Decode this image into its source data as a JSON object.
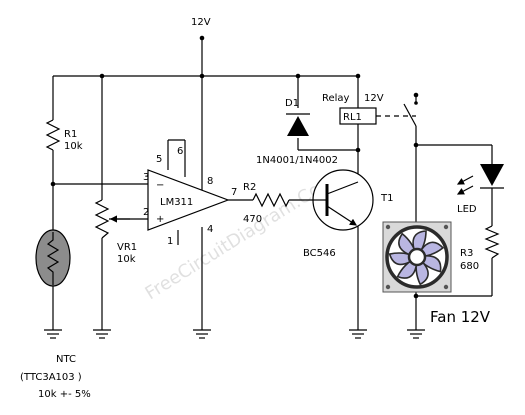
{
  "supply": "12V",
  "watermark": "FreeCircuitDiagram.Com",
  "r1": {
    "name": "R1",
    "value": "10k"
  },
  "ntc": {
    "name": "NTC",
    "part": "(TTC3A103 )",
    "tolerance": "10k +- 5%"
  },
  "vr1": {
    "name": "VR1",
    "value": "10k"
  },
  "ic": {
    "name": "LM311",
    "pins": {
      "p1": "1",
      "p2": "2",
      "p3": "3",
      "p4": "4",
      "p5": "5",
      "p6": "6",
      "p7": "7",
      "p8": "8"
    },
    "minus": "−",
    "plus": "+"
  },
  "r2": {
    "name": "R2",
    "value": "470"
  },
  "d1": {
    "name": "D1",
    "part": "1N4001/1N4002"
  },
  "relay": {
    "label": "Relay",
    "voltage": "12V",
    "name": "RL1"
  },
  "t1": {
    "name": "T1",
    "part": "BC546"
  },
  "led": {
    "name": "LED"
  },
  "r3": {
    "name": "R3",
    "value": "680"
  },
  "fan": {
    "label": "Fan 12V",
    "icon": "fan-icon",
    "blade_color": "#b9b6e2",
    "frame_color": "#d9d9d9"
  }
}
